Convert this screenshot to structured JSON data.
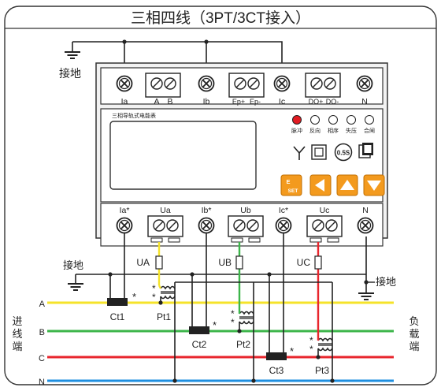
{
  "title": "三相四线（3PT/3CT接入）",
  "device_label": "三相导轨式电能表",
  "top_terminals": [
    "Ia",
    "A",
    "B",
    "Ib",
    "Ep+",
    "Ep-",
    "Ic",
    "DO+",
    "DO-",
    "N"
  ],
  "bottom_terminals": [
    "Ia*",
    "Ua",
    "Ib*",
    "Ub",
    "Ic*",
    "Uc",
    "N"
  ],
  "indicators": [
    "脉冲",
    "反向",
    "相序",
    "失压",
    "合闸"
  ],
  "accuracy_badge": "0.5S",
  "set_button": {
    "line1": "E",
    "line2": "SET"
  },
  "ground_top": "接地",
  "ground_left": "接地",
  "ground_right": "接地",
  "fuse_labels": [
    "UA",
    "UB",
    "UC"
  ],
  "ct_labels": [
    "Ct1",
    "Ct2",
    "Ct3"
  ],
  "pt_labels": [
    "Pt1",
    "Pt2",
    "Pt3"
  ],
  "bus_labels": [
    "A",
    "B",
    "C",
    "N"
  ],
  "left_side": "进线端",
  "right_side": "负载端",
  "polarity_mark": "*",
  "colors": {
    "A": "#f5e32a",
    "B": "#3cb54a",
    "C": "#e8262d",
    "N": "#1e8fe0",
    "orange": "#f39a1e",
    "frame": "#333333"
  }
}
